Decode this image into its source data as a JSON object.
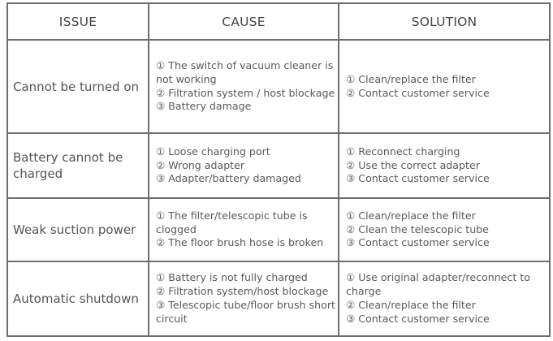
{
  "table": {
    "headers": [
      "ISSUE",
      "CAUSE",
      "SOLUTION"
    ],
    "rows": [
      {
        "issue": "Cannot be turned on",
        "causes": [
          "① The switch of vacuum cleaner is not working",
          "② Filtration system / host blockage",
          "③ Battery damage"
        ],
        "solutions": [
          "① Clean/replace the filter",
          "② Contact customer service"
        ]
      },
      {
        "issue": "Battery cannot be charged",
        "causes": [
          "① Loose charging port",
          "② Wrong adapter",
          "③ Adapter/battery damaged"
        ],
        "solutions": [
          "① Reconnect charging",
          "② Use the correct adapter",
          "③ Contact customer service"
        ]
      },
      {
        "issue": "Weak suction power",
        "causes": [
          "① The filter/telescopic tube is clogged",
          "② The floor brush hose is broken"
        ],
        "solutions": [
          "① Clean/replace the filter",
          "② Clean the telescopic tube",
          "③ Contact customer service"
        ]
      },
      {
        "issue": "Automatic shutdown",
        "causes": [
          "① Battery is not fully charged",
          "② Filtration system/host blockage",
          "③ Telescopic tube/floor brush short circuit"
        ],
        "solutions": [
          "① Use original adapter/reconnect to charge",
          "② Clean/replace the filter",
          "③ Contact customer service"
        ]
      }
    ]
  }
}
